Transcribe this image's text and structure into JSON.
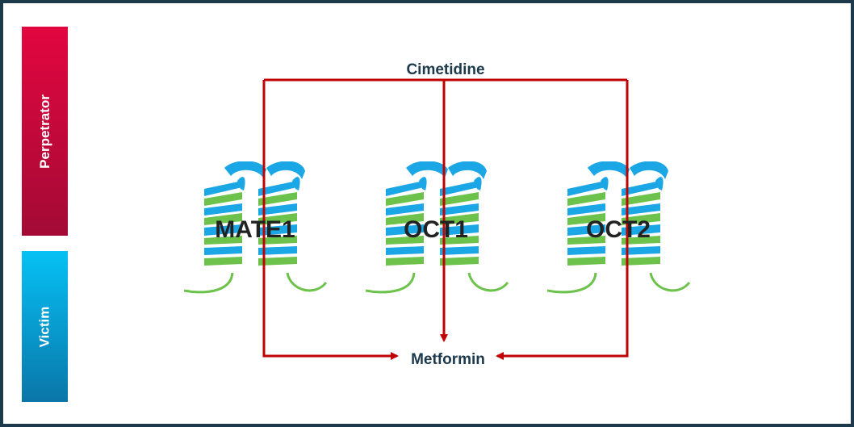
{
  "side_labels": {
    "perpetrator": "Perpetrator",
    "victim": "Victim"
  },
  "nodes": {
    "source": "Cimetidine",
    "target": "Metformin"
  },
  "transporters": [
    "MATE1",
    "OCT1",
    "OCT2"
  ],
  "colors": {
    "arrow": "#c00000",
    "helix_blue": "#1ba6e6",
    "helix_green": "#6cc24a",
    "text_dark": "#1d3a4d",
    "protein_label": "#222222",
    "perpetrator_bar": "#d1073d",
    "victim_bar": "#0aa5dc",
    "frame": "#1d3a4d"
  }
}
